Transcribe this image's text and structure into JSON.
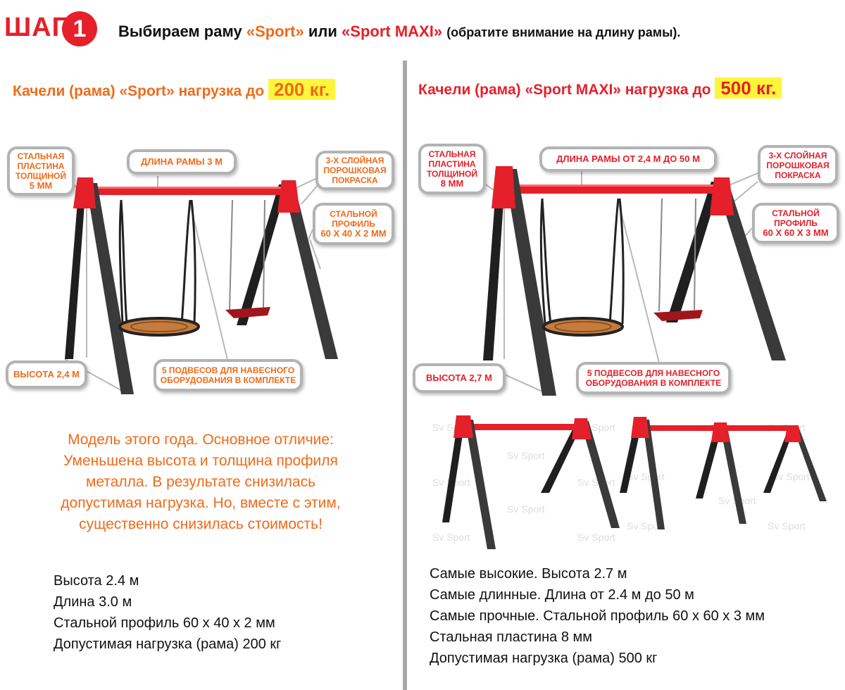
{
  "header": {
    "step_word": "ШАГ",
    "step_number": "1",
    "text_prefix": "Выбираем раму",
    "model_sport": "«Sport»",
    "text_or": "или",
    "model_maxi": "«Sport MAXI»",
    "text_note": "(обратите внимание на длину рамы)."
  },
  "left": {
    "title_prefix": "Качели (рама) «Sport» нагрузка до",
    "title_load": "200 кг.",
    "callouts": {
      "plate": [
        "СТАЛЬНАЯ",
        "ПЛАСТИНА",
        "ТОЛЩИНОЙ",
        "5 ММ"
      ],
      "length": "ДЛИНА РАМЫ 3 М",
      "paint": [
        "3-Х СЛОЙНАЯ",
        "ПОРОШКОВАЯ",
        "ПОКРАСКА"
      ],
      "profile": [
        "СТАЛЬНОЙ",
        "ПРОФИЛЬ",
        "60 Х 40 Х 2 ММ"
      ],
      "height": "ВЫСОТА 2,4 М",
      "hangers": [
        "5 ПОДВЕСОВ ДЛЯ НАВЕСНОГО",
        "ОБОРУДОВАНИЯ В КОМПЛЕКТЕ"
      ]
    },
    "description": [
      "Модель этого года. Основное отличие:",
      "Уменьшена высота и толщина профиля",
      "металла. В результате снизилась",
      "допустимая нагрузка. Но, вместе с этим,",
      "существенно снизилась стоимость!"
    ],
    "specs": [
      "Высота 2.4 м",
      "Длина 3.0 м",
      "Стальной профиль 60 х 40 х 2 мм",
      "Допустимая нагрузка (рама) 200 кг"
    ]
  },
  "right": {
    "title_prefix": "Качели (рама) «Sport MAXI» нагрузка до",
    "title_load": "500 кг.",
    "callouts": {
      "plate": [
        "СТАЛЬНАЯ",
        "ПЛАСТИНА",
        "ТОЛЩИНОЙ",
        "8 ММ"
      ],
      "length": "ДЛИНА РАМЫ ОТ 2,4 М ДО 50 М",
      "paint": [
        "3-Х СЛОЙНАЯ",
        "ПОРОШКОВАЯ",
        "ПОКРАСКА"
      ],
      "profile": [
        "СТАЛЬНОЙ",
        "ПРОФИЛЬ",
        "60 Х 60 Х 3 ММ"
      ],
      "height": "ВЫСОТА 2,7 М",
      "hangers": [
        "5 ПОДВЕСОВ ДЛЯ НАВЕСНОГО",
        "ОБОРУДОВАНИЯ В КОМПЛЕКТЕ"
      ]
    },
    "watermark": "Sv Sport",
    "specs": [
      "Самые высокие. Высота 2.7 м",
      "Самые длинные. Длина от 2.4 м до 50 м",
      "Самые прочные. Стальной профиль 60 х 60 х 3 мм",
      "Стальная пластина 8 мм",
      "Допустимая нагрузка (рама) 500 кг"
    ]
  },
  "colors": {
    "orange": "#ef6b1a",
    "red": "#e5202a",
    "highlight": "#fff53a",
    "frame_leg": "#2b2b2b",
    "frame_beam": "#e5202a"
  }
}
